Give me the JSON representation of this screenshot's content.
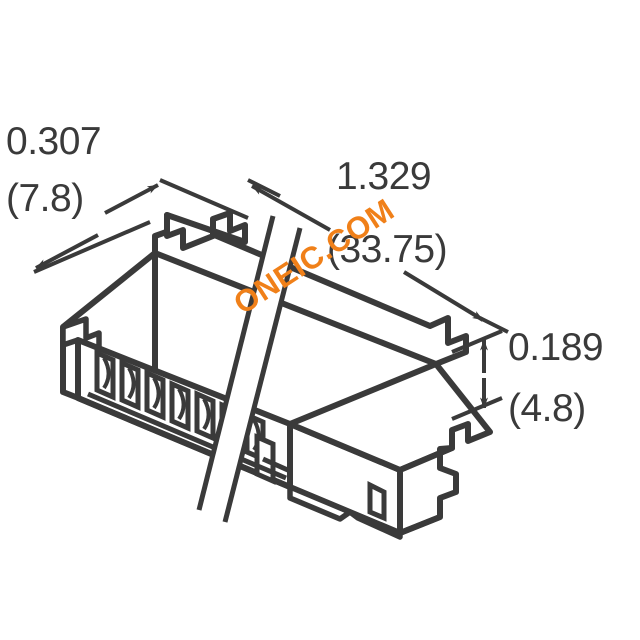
{
  "drawing": {
    "title": "Connector isometric outline drawing with dimensions",
    "subject": "wire-to-board connector housing",
    "line_color": "#3a3a3a",
    "face_fill": "#ffffff",
    "background": "#ffffff",
    "projection": "isometric",
    "break_line": "diagonal double break indicating shortened length"
  },
  "dimensions": {
    "width": {
      "name": "0.307-width-dimension",
      "inches": "0.307",
      "millimeters": "(7.8)",
      "orientation": "diagonal-upper-left",
      "arrows": "double-ended"
    },
    "length": {
      "name": "1.329-length-dimension",
      "inches": "1.329",
      "millimeters": "(33.75)",
      "orientation": "diagonal-upper-right",
      "arrows": "double-ended"
    },
    "height": {
      "name": "0.189-height-dimension",
      "inches": "0.189",
      "millimeters": "(4.8)",
      "orientation": "vertical-right",
      "arrows": "double-ended"
    }
  },
  "watermark": {
    "text": "ONEIC.COM",
    "color": "#f08019",
    "rotation_deg": -33
  },
  "features": {
    "contact_slots_count": 7,
    "latch_tabs": 2,
    "mounting_pegs": 2
  }
}
